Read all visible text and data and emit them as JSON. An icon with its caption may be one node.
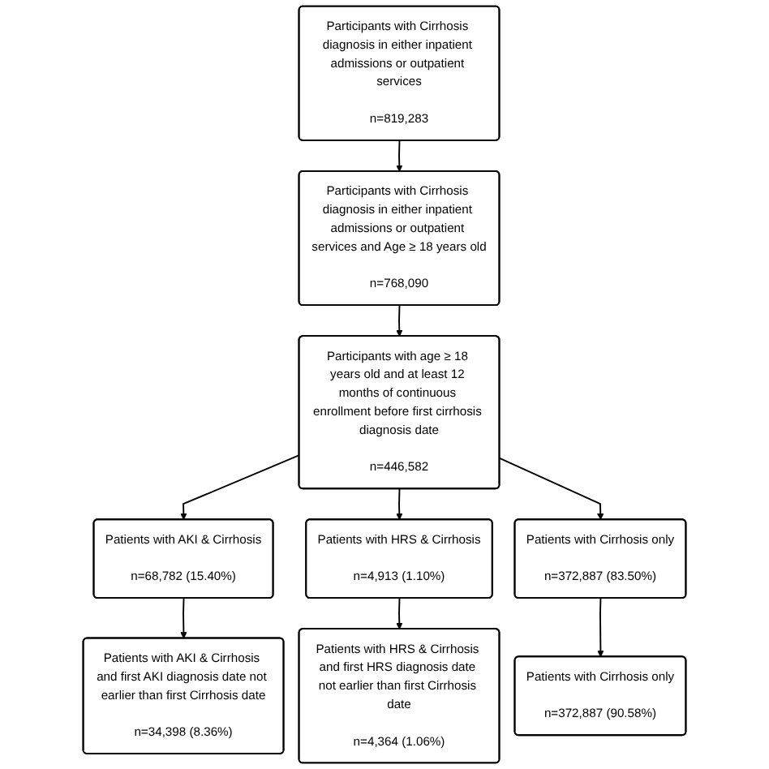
{
  "diagram": {
    "nodes": [
      {
        "text": [
          "Participants with Cirrhosis diagnosis in either inpatient admissions or outpatient services",
          "n=819,283"
        ]
      },
      {
        "text": [
          "Participants with Cirrhosis diagnosis in either inpatient admissions or outpatient services and Age ≥ 18 years old",
          "n=768,090"
        ]
      },
      {
        "text": [
          "Participants with age ≥ 18 years old and at least 12 months of continuous enrollment before first cirrhosis diagnosis date",
          "n=446,582"
        ]
      },
      {
        "text": [
          "Patients with AKI & Cirrhosis",
          "n=68,782 (15.40%)"
        ]
      },
      {
        "text": [
          "Patients with HRS & Cirrhosis",
          "n=4,913 (1.10%)"
        ]
      },
      {
        "text": [
          "Patients with Cirrhosis only",
          "n=372,887 (83.50%)"
        ]
      },
      {
        "text": [
          "Patients with AKI & Cirrhosis and first AKI diagnosis date not earlier than first Cirrhosis date",
          "n=34,398 (8.36%)"
        ]
      },
      {
        "text": [
          "Patients with HRS & Cirrhosis and first HRS diagnosis date not earlier than first Cirrhosis date",
          "n=4,364 (1.06%)"
        ]
      },
      {
        "text": [
          "Patients with Cirrhosis only",
          "n=372,887 (90.58%)"
        ]
      }
    ],
    "edges": [
      {
        "from": 0,
        "to": 1,
        "arrow": "to"
      },
      {
        "from": 1,
        "to": 2,
        "arrow": "to"
      },
      {
        "from": 2,
        "to": 3,
        "arrow": "to"
      },
      {
        "from": 2,
        "to": 4,
        "arrow": "to"
      },
      {
        "from": 2,
        "to": 5,
        "arrow": "to"
      },
      {
        "from": 3,
        "to": 6,
        "arrow": "to"
      },
      {
        "from": 4,
        "to": 7,
        "arrow": "to"
      },
      {
        "from": 5,
        "to": 8,
        "arrow": "to"
      }
    ]
  }
}
